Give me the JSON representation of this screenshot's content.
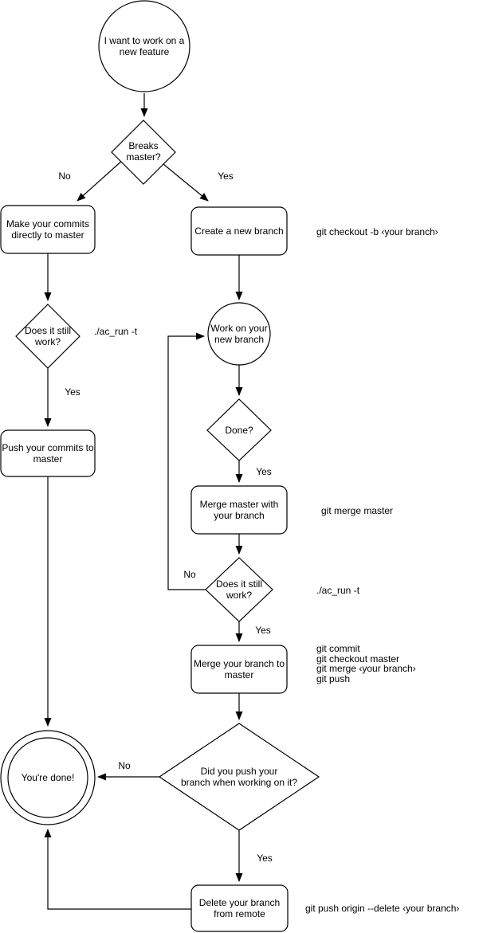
{
  "diagram": {
    "background": "#ffffff",
    "stroke_color": "#000000",
    "text_color": "#000000",
    "nodes": {
      "start": {
        "type": "circle",
        "label": "I want to work on a\nnew feature"
      },
      "breaks_master": {
        "type": "decision",
        "label": "Breaks\nmaster?"
      },
      "make_commits": {
        "type": "process",
        "label": "Make your commits\ndirectly to master"
      },
      "create_branch": {
        "type": "process",
        "label": "Create a new branch"
      },
      "does_it_still_work_1": {
        "type": "decision",
        "label": "Does it still\nwork?"
      },
      "push_commits": {
        "type": "process",
        "label": "Push your commits to\nmaster"
      },
      "work_on_branch": {
        "type": "circle",
        "label": "Work on your\nnew branch"
      },
      "done": {
        "type": "decision",
        "label": "Done?"
      },
      "merge_master": {
        "type": "process",
        "label": "Merge master with\nyour branch"
      },
      "does_it_still_work_2": {
        "type": "decision",
        "label": "Does it still\nwork?"
      },
      "merge_branch": {
        "type": "process",
        "label": "Merge your branch to\nmaster"
      },
      "did_you_push": {
        "type": "decision",
        "label": "Did you push your\nbranch when working on it?"
      },
      "youre_done": {
        "type": "terminal",
        "label": "You're done!"
      },
      "delete_branch": {
        "type": "process",
        "label": "Delete your branch\nfrom remote"
      }
    },
    "edge_labels": {
      "breaks_no": "No",
      "breaks_yes": "Yes",
      "works1_yes": "Yes",
      "done_yes": "Yes",
      "works2_no": "No",
      "works2_yes": "Yes",
      "push_no": "No",
      "push_yes": "Yes"
    },
    "annotations": {
      "create_branch_cmd": "git checkout -b ‹your branch›",
      "test_cmd_1": "./ac_run -t",
      "merge_master_cmd": "git merge master",
      "test_cmd_2": "./ac_run -t",
      "merge_branch_cmds": [
        "git commit",
        "git checkout master",
        "git merge ‹your branch›",
        "git push"
      ],
      "delete_branch_cmd": "git push origin --delete ‹your branch›"
    }
  }
}
